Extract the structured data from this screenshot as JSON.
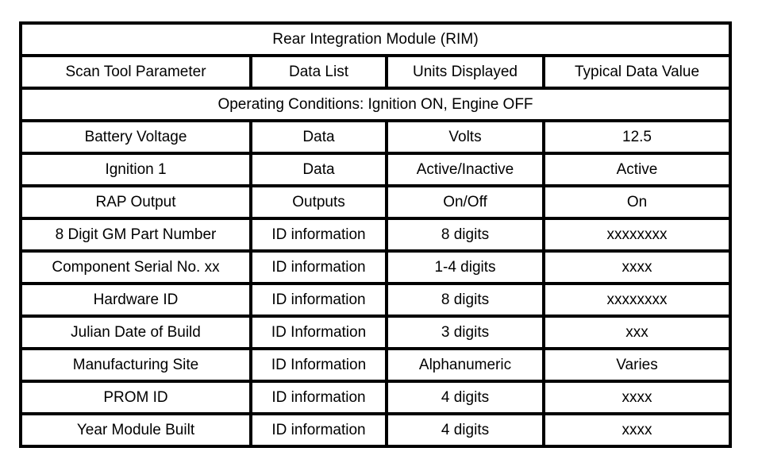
{
  "table": {
    "title": "Rear Integration Module (RIM)",
    "columns": [
      "Scan Tool Parameter",
      "Data List",
      "Units Displayed",
      "Typical Data Value"
    ],
    "conditions": "Operating Conditions: Ignition ON, Engine OFF",
    "rows": [
      {
        "parameter": "Battery Voltage",
        "data_list": "Data",
        "units": "Volts",
        "typical": "12.5"
      },
      {
        "parameter": "Ignition 1",
        "data_list": "Data",
        "units": "Active/Inactive",
        "typical": "Active"
      },
      {
        "parameter": "RAP Output",
        "data_list": "Outputs",
        "units": "On/Off",
        "typical": "On"
      },
      {
        "parameter": "8 Digit GM Part Number",
        "data_list": "ID information",
        "units": "8 digits",
        "typical": "xxxxxxxx"
      },
      {
        "parameter": "Component Serial No. xx",
        "data_list": "ID information",
        "units": "1-4 digits",
        "typical": "xxxx"
      },
      {
        "parameter": "Hardware ID",
        "data_list": "ID information",
        "units": "8 digits",
        "typical": "xxxxxxxx"
      },
      {
        "parameter": "Julian Date of Build",
        "data_list": "ID Information",
        "units": "3 digits",
        "typical": "xxx"
      },
      {
        "parameter": "Manufacturing Site",
        "data_list": "ID Information",
        "units": "Alphanumeric",
        "typical": "Varies"
      },
      {
        "parameter": "PROM ID",
        "data_list": "ID information",
        "units": "4 digits",
        "typical": "xxxx"
      },
      {
        "parameter": "Year Module Built",
        "data_list": "ID information",
        "units": "4 digits",
        "typical": "xxxx"
      }
    ]
  },
  "colors": {
    "border": "#000000",
    "background": "#ffffff",
    "text": "#000000"
  }
}
